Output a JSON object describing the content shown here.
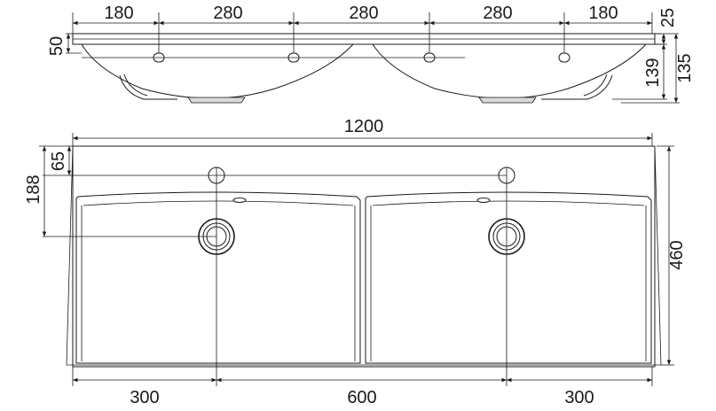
{
  "side_view": {
    "top_dims": [
      "180",
      "280",
      "280",
      "280",
      "180"
    ],
    "left_dim": "50",
    "right_dims": [
      "25",
      "139",
      "135"
    ]
  },
  "top_view": {
    "width_dim": "1200",
    "height_dim": "460",
    "left_dims": [
      "65",
      "188"
    ],
    "bottom_dims": [
      "300",
      "600",
      "300"
    ]
  }
}
